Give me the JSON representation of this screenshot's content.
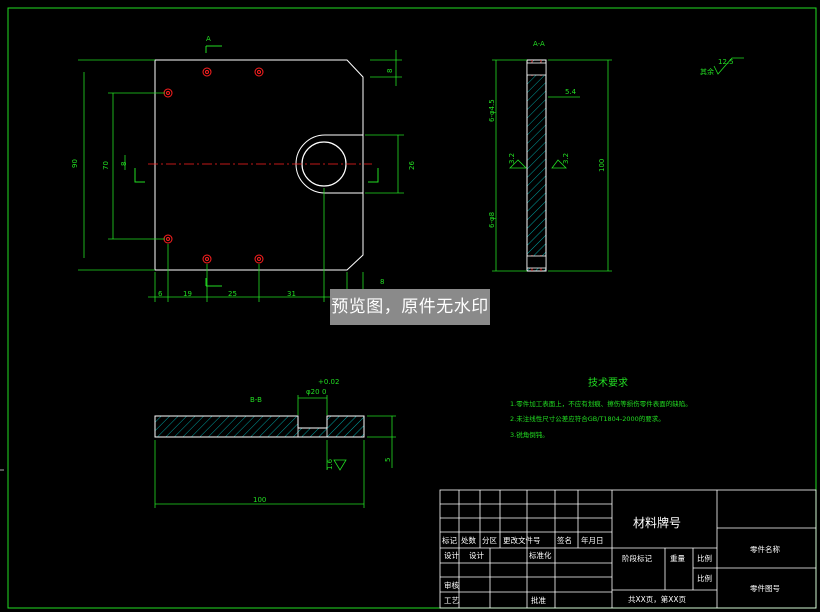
{
  "top_view": {
    "section_marker": "A",
    "dims": {
      "d90": "90",
      "d70": "70",
      "d8_left": "8",
      "d8_top": "8",
      "d26": "26",
      "d8_bottom": "8",
      "b6": "6",
      "b19": "19",
      "b25": "25",
      "b31": "31"
    }
  },
  "section_aa": {
    "title": "A-A",
    "dims": {
      "d100": "100",
      "d5_4": "5.4",
      "holes_top": "6-φ4.5",
      "holes_bottom": "6-φ8",
      "rough_l": "3.2",
      "rough_r": "3.2"
    }
  },
  "roughness_note": {
    "value": "12.5",
    "label": "其余"
  },
  "section_bb": {
    "title": "B-B",
    "dims": {
      "tol": "+0.02",
      "dia": "φ20",
      "dia_sub": "0",
      "d100": "100",
      "d5": "5",
      "rough": "1.6"
    }
  },
  "tech_req": {
    "title": "技术要求",
    "items": [
      "1.零件加工表面上，不应有划痕、擦伤等损伤零件表面的缺陷。",
      "2.未注线性尺寸公差应符合GB/T1804-2000的要求。",
      "3.锐角倒钝。"
    ]
  },
  "title_block": {
    "material": "材料牌号",
    "part_name": "零件名称",
    "part_no": "零件图号",
    "row_labels": [
      "标记",
      "处数",
      "分区",
      "更改文件号",
      "签名",
      "年月日"
    ],
    "design": "设计",
    "design2": "设计",
    "standard": "标准化",
    "stage": "阶段标记",
    "weight": "重量",
    "scale": "比例",
    "scale2": "比例",
    "review": "审核",
    "process": "工艺",
    "approve": "批准",
    "sheet": "共XX页，第XX页"
  },
  "watermark": "预览图，原件无水印",
  "colors": {
    "outline": "#ffffff",
    "dimension": "#22dd22",
    "hidden": "#22dd22",
    "center": "#ff2020",
    "hatch": "#00c8c8",
    "holes": "#ff2020"
  }
}
